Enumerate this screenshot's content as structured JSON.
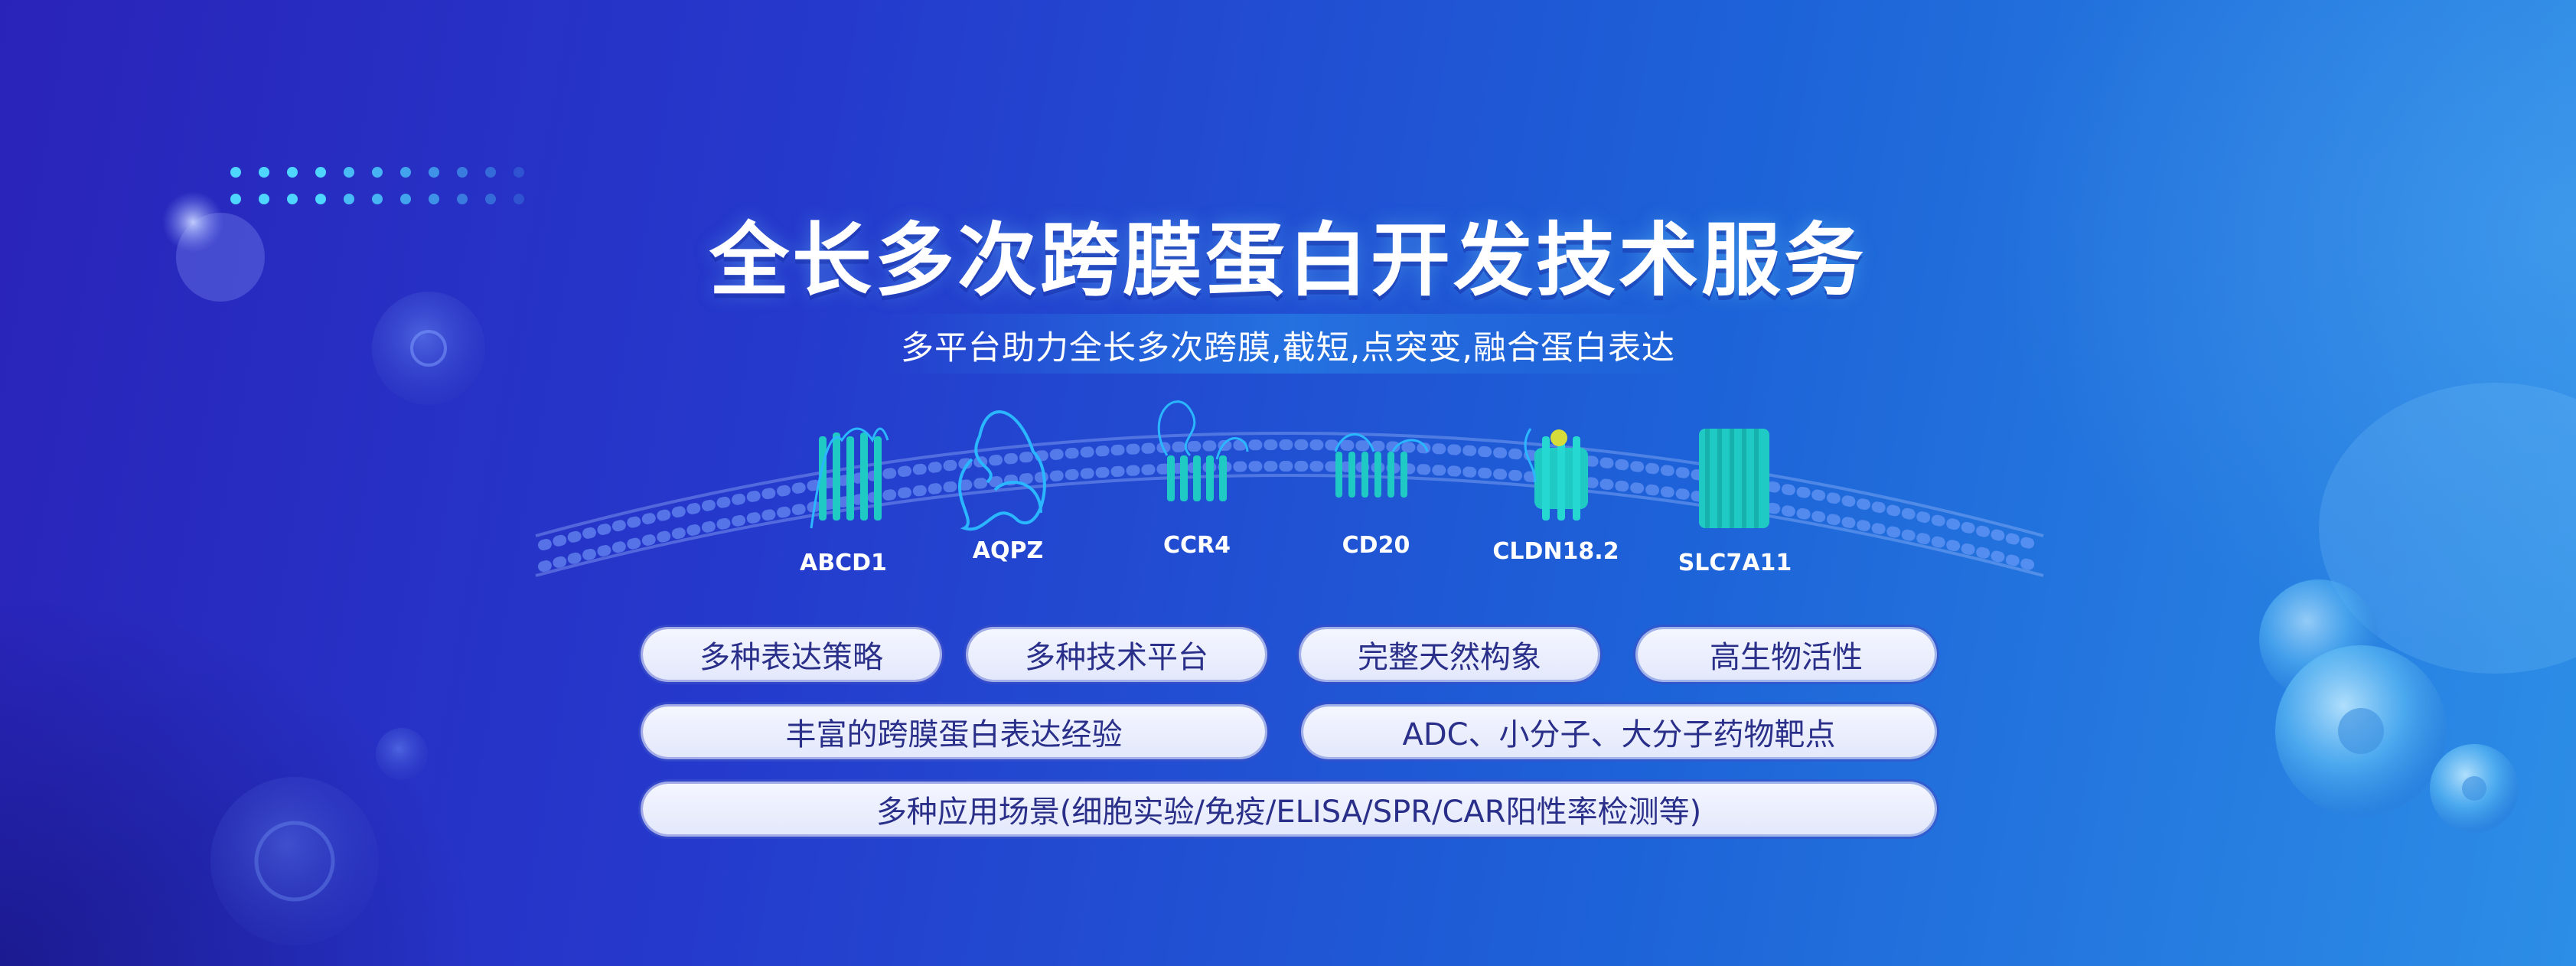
{
  "title": "全长多次跨膜蛋白开发技术服务",
  "subtitle": "多平台助力全长多次跨膜,截短,点突变,融合蛋白表达",
  "proteins": [
    "ABCD1",
    "AQPZ",
    "CCR4",
    "CD20",
    "CLDN18.2",
    "SLC7A11"
  ],
  "features": {
    "row1": [
      "多种表达策略",
      "多种技术平台",
      "完整天然构象",
      "高生物活性"
    ],
    "row2": [
      "丰富的跨膜蛋白表达经验",
      "ADC、小分子、大分子药物靶点"
    ],
    "row3": [
      "多种应用场景(细胞实验/免疫/ELISA/SPR/CAR阳性率检测等)"
    ]
  },
  "colors": {
    "protein": "#1fc9c4",
    "pill_text": "#2a2f8a",
    "background_left": "#2a23b9",
    "background_right": "#2c8ee6"
  }
}
